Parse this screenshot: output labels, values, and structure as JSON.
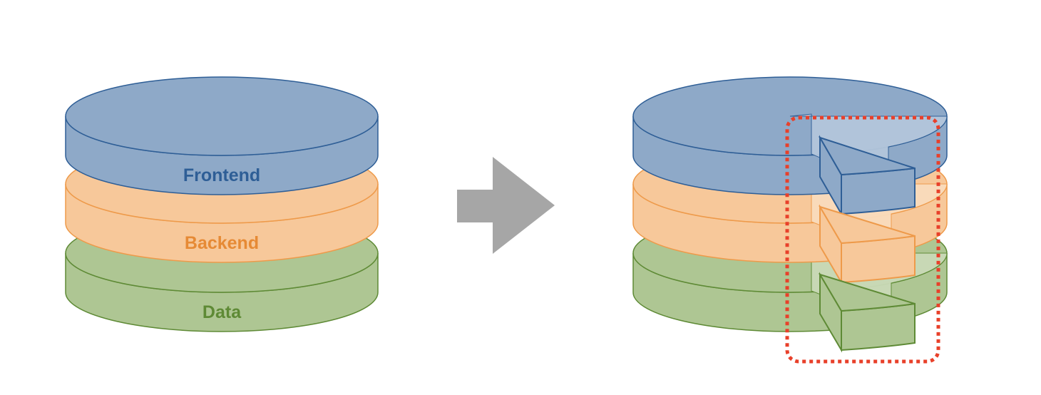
{
  "layers": [
    {
      "label": "Frontend",
      "fill": "#8EA9C8",
      "fill_light": "#B3C6DB",
      "stroke": "#2E5E96",
      "text_color": "#2E5E96"
    },
    {
      "label": "Backend",
      "fill": "#F7C89A",
      "fill_light": "#FADCBC",
      "stroke": "#EE9A4A",
      "text_color": "#E68A35"
    },
    {
      "label": "Data",
      "fill": "#AEC693",
      "fill_light": "#CADAB7",
      "stroke": "#5E8A35",
      "text_color": "#5E8A35"
    }
  ],
  "arrow_color": "#A6A6A6",
  "highlight_color": "#E8402A"
}
